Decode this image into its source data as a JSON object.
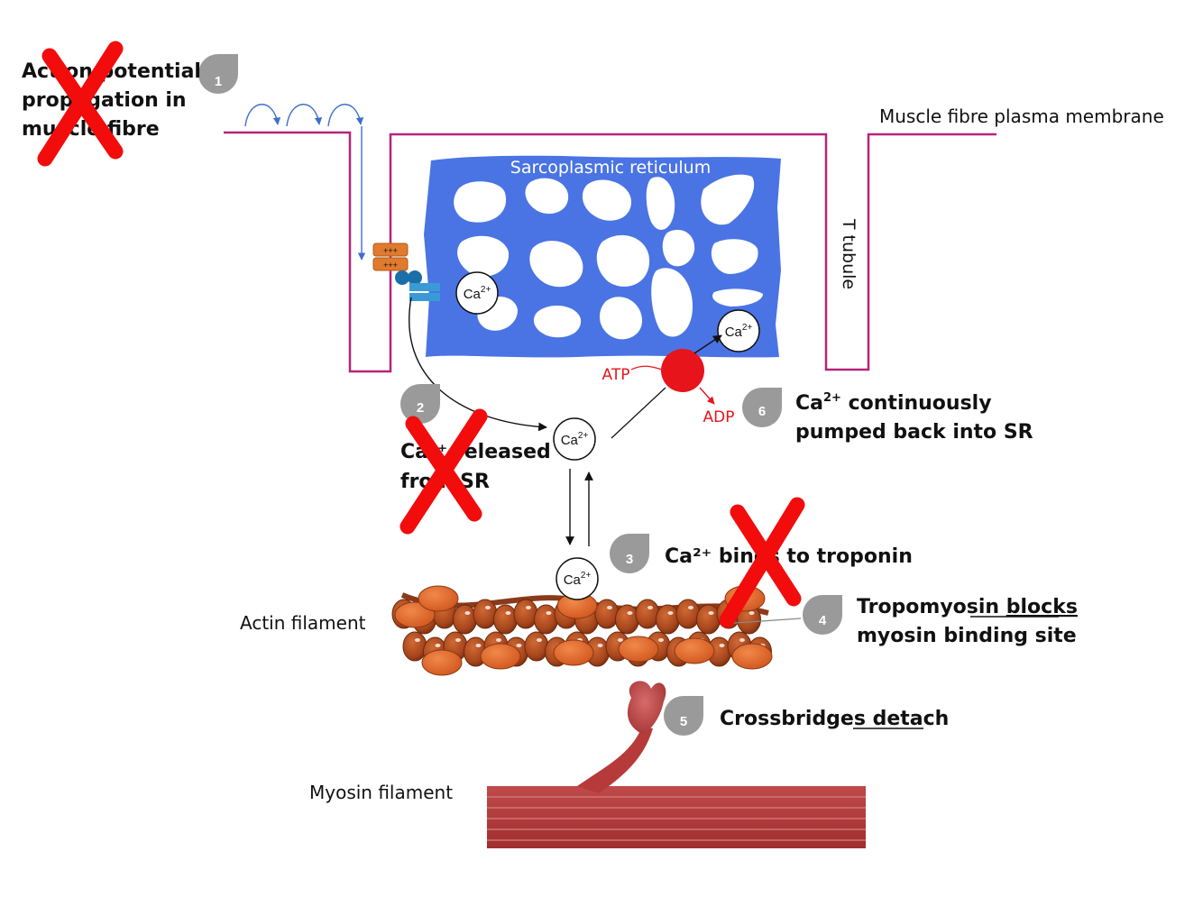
{
  "labels": {
    "plasma_membrane": "Muscle fibre plasma membrane",
    "sr": "Sarcoplasmic reticulum",
    "t_tubule": "T tubule",
    "actin": "Actin filament",
    "myosin": "Myosin filament",
    "atp": "ATP",
    "adp": "ADP",
    "ion_base": "Ca",
    "ion_charge": "2+",
    "dhpr_charge": "+++"
  },
  "steps": [
    {
      "number": "1",
      "lines": [
        "Action potential",
        "propagation in",
        "muscle fibre"
      ],
      "crossed": true
    },
    {
      "number": "2",
      "lines": [
        "Ca²⁺ released",
        "from SR"
      ],
      "crossed": true
    },
    {
      "number": "3",
      "lines": [
        "Ca²⁺ binds to troponin"
      ],
      "crossed": true
    },
    {
      "number": "4",
      "line1_pre": "Tropomyosin ",
      "line1_ul": "blocks",
      "line2": "myosin binding site",
      "crossed": false
    },
    {
      "number": "5",
      "pre": "Crossbridges ",
      "ul": "detach",
      "crossed": false
    },
    {
      "number": "6",
      "line1_suffix": " continuously",
      "line2": "pumped back into SR",
      "crossed": false
    }
  ],
  "colors": {
    "membrane": "#b5247a",
    "sr": "#4a74e4",
    "pump": "#e8141c",
    "arrow_blue": "#3e6fc8",
    "actin_dark": "#a8461c",
    "actin_light": "#e26a2e",
    "myosin": "#b63a3a",
    "cross": "#f20c0c",
    "badge": "#9a9a9a"
  },
  "icons": [
    "cross-icon",
    "step-badge-icon",
    "dhpr-icon",
    "ryanodine-receptor-icon",
    "calcium-pump-icon",
    "myosin-head-icon"
  ]
}
